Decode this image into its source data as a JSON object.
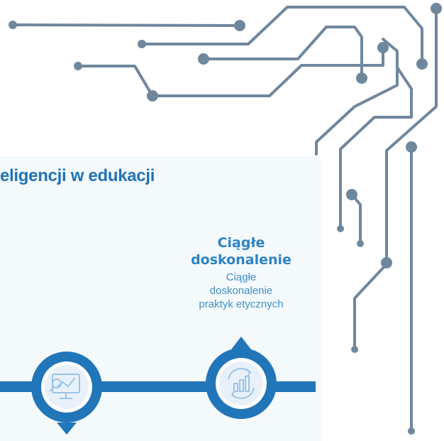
{
  "panel": {
    "title": "eligencji w edukacji"
  },
  "stage": {
    "title_line1": "Ciągłe",
    "title_line2": "doskonalenie",
    "desc_line1": "Ciągłe",
    "desc_line2": "doskonalenie",
    "desc_line3": "praktyk etycznych"
  },
  "icons": {
    "left_node": "monitor-analytics-icon",
    "right_node": "continuous-improvement-icon"
  },
  "colors": {
    "circuit": "#6f879d",
    "accent": "#2175b9",
    "panel_bg": "#f4f9fc"
  }
}
